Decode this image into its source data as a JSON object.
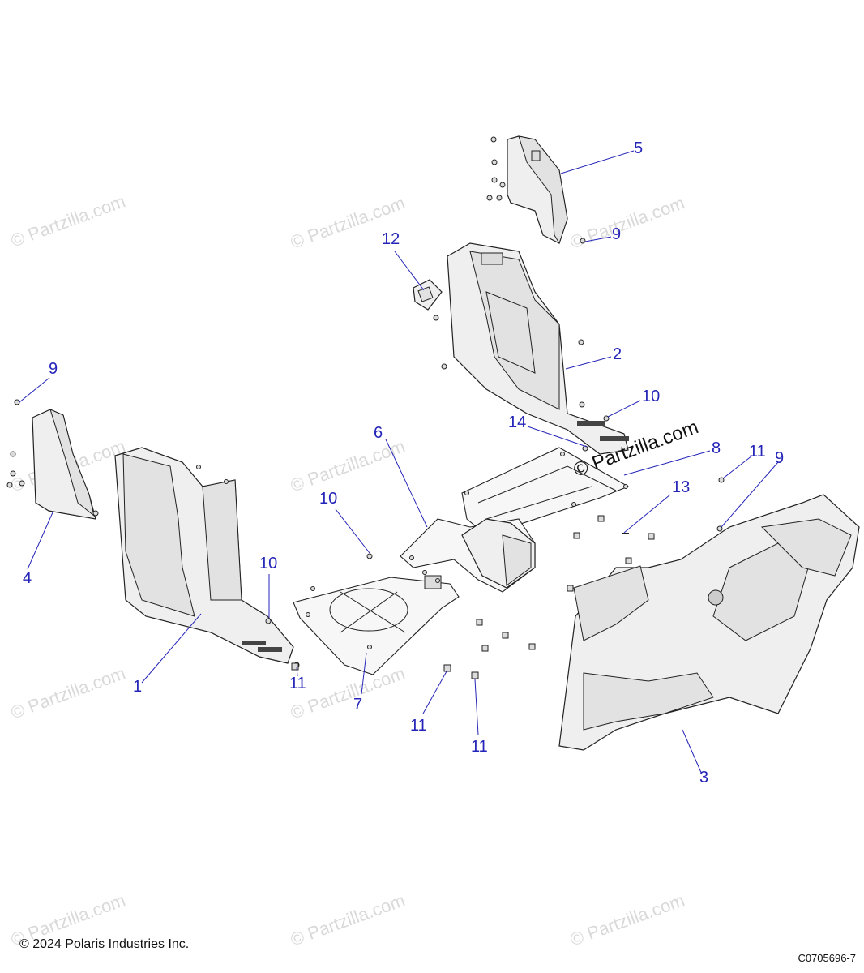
{
  "watermark_text": "© Partzilla.com",
  "copyright": "© 2024 Polaris Industries Inc.",
  "diagram_code": "C0705696-7",
  "callouts": [
    "5",
    "9",
    "12",
    "2",
    "10",
    "14",
    "8",
    "11",
    "9",
    "13",
    "6",
    "9",
    "10",
    "4",
    "10",
    "1",
    "11",
    "7",
    "11",
    "11",
    "3"
  ],
  "colors": {
    "callout": "#2424b8",
    "line": "#222222",
    "fill": "#efefef"
  }
}
